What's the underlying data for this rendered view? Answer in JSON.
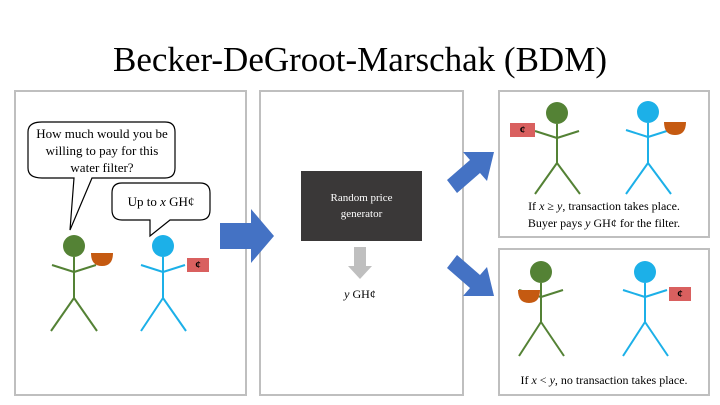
{
  "title": "Becker-DeGroot-Marschak (BDM)",
  "left_panel": {
    "question_bubble": "How much would you be willing to pay for this water filter?",
    "answer_bubble_prefix": "Up to ",
    "answer_bubble_var": "x",
    "answer_bubble_suffix": " GH¢",
    "seller_price_tag": "¢"
  },
  "middle_panel": {
    "generator_label": "Random price generator",
    "price_var": "y",
    "price_unit": " GH¢"
  },
  "top_right_panel": {
    "price_tag": "¢",
    "line1_prefix": "If ",
    "line1_x": "x",
    "line1_op": " ≥ ",
    "line1_y": "y",
    "line1_suffix": ", transaction takes place.",
    "line2_prefix": "Buyer pays ",
    "line2_y": "y",
    "line2_suffix": " GH¢ for the filter."
  },
  "bottom_right_panel": {
    "price_tag": "¢",
    "line_prefix": "If ",
    "line_x": "x",
    "line_op": " < ",
    "line_y": "y",
    "line_suffix": ", no transaction takes place."
  },
  "colors": {
    "buyer_figure": "#548235",
    "seller_figure": "#1cb0e8",
    "water_filter": "#c55a11",
    "price_tag": "#d9605f",
    "arrow": "#4472c4",
    "generator_box": "#3a3838",
    "down_arrow": "#bfbfbf",
    "panel_border": "#bfbfbf"
  }
}
